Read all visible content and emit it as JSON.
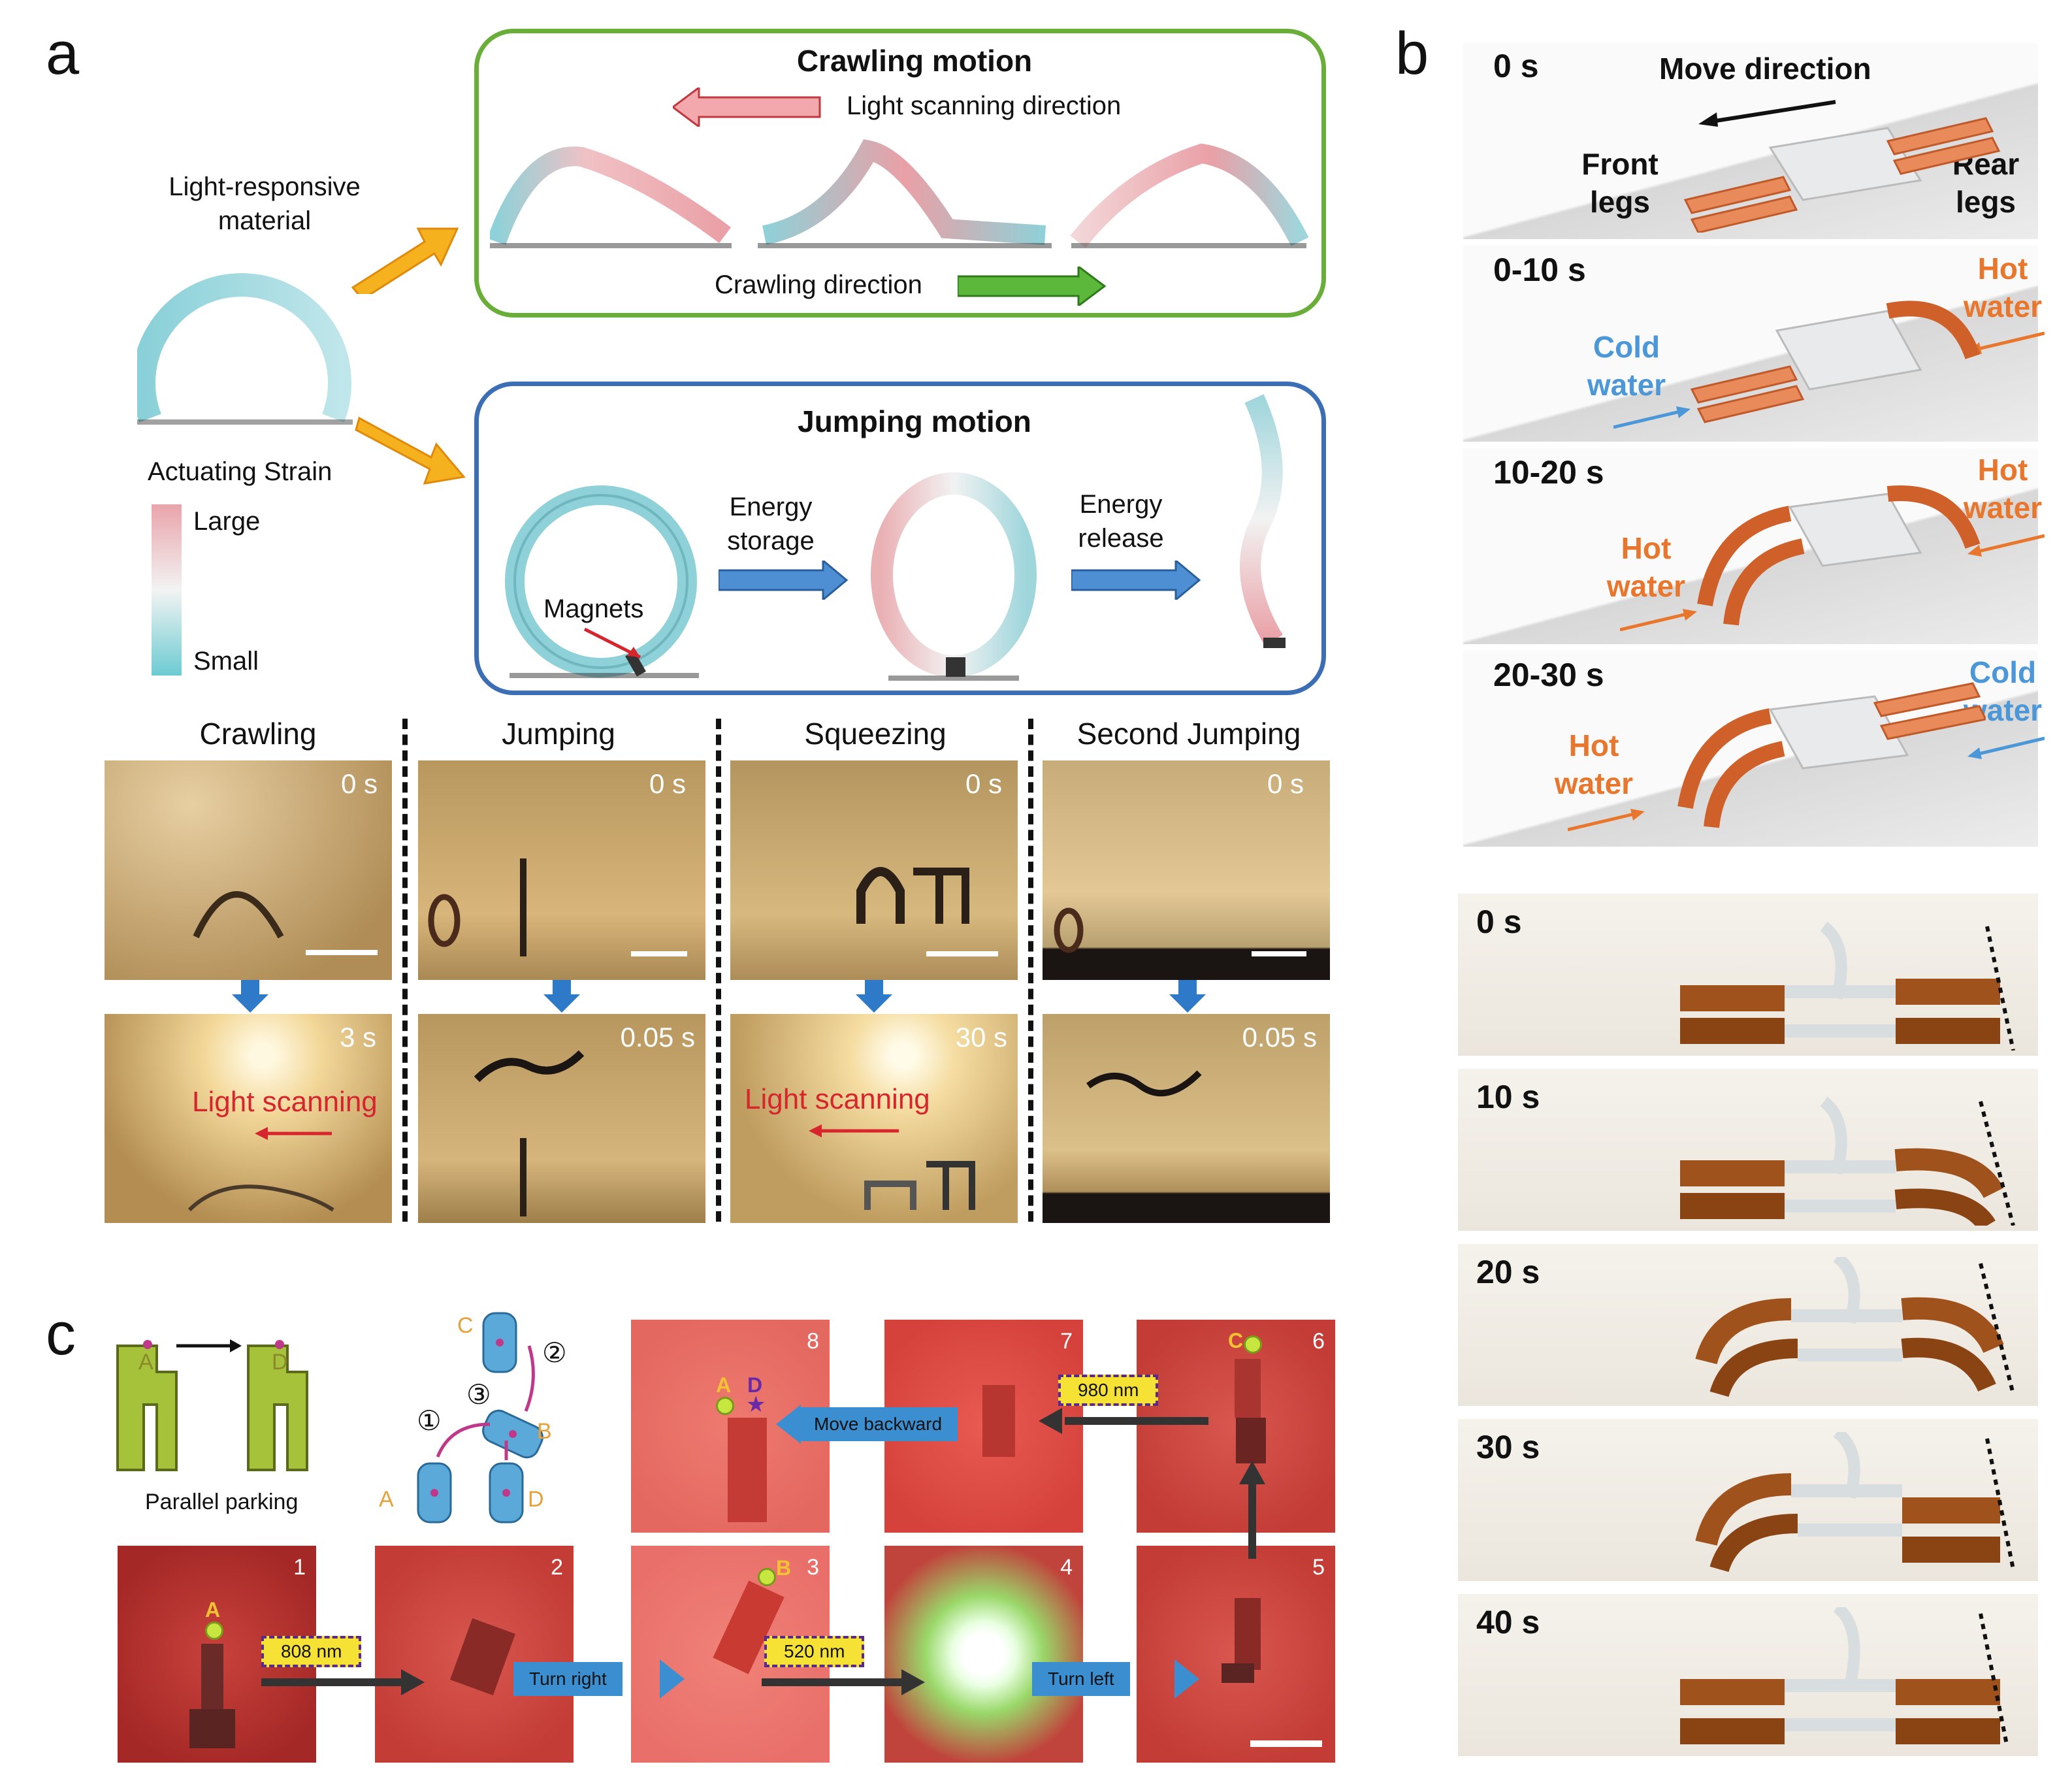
{
  "panel_labels": {
    "a": "a",
    "b": "b",
    "c": "c"
  },
  "panel_a": {
    "material_label": "Light-responsive\nmaterial",
    "strain_title": "Actuating Strain",
    "strain_large": "Large",
    "strain_small": "Small",
    "crawl_box": {
      "title": "Crawling motion",
      "light_dir": "Light scanning direction",
      "crawl_dir": "Crawling direction",
      "color": "#6aae3a"
    },
    "jump_box": {
      "title": "Jumping motion",
      "storage": "Energy\nstorage",
      "release": "Energy\nrelease",
      "magnets": "Magnets",
      "color": "#3b6eb4"
    },
    "columns": [
      {
        "title": "Crawling",
        "t0": "0 s",
        "t1": "3 s",
        "scan": "Light scanning"
      },
      {
        "title": "Jumping",
        "t0": "0 s",
        "t1": "0.05 s",
        "scan": ""
      },
      {
        "title": "Squeezing",
        "t0": "0 s",
        "t1": "30 s",
        "scan": "Light scanning"
      },
      {
        "title": "Second Jumping",
        "t0": "0 s",
        "t1": "0.05  s",
        "scan": ""
      }
    ]
  },
  "panel_b": {
    "scenes": [
      {
        "time": "0 s",
        "move": "Move direction",
        "front": "Front\nlegs",
        "rear": "Rear\nlegs"
      },
      {
        "time": "0-10 s",
        "left": "Cold\nwater",
        "right": "Hot\nwater"
      },
      {
        "time": "10-20 s",
        "left": "Hot\nwater",
        "right": "Hot\nwater"
      },
      {
        "time": "20-30 s",
        "left": "Hot\nwater",
        "right": "Cold\nwater"
      }
    ],
    "photos": [
      "0 s",
      "10 s",
      "20 s",
      "30 s",
      "40 s"
    ]
  },
  "panel_c": {
    "parking": "Parallel parking",
    "top_labels": {
      "A": "A",
      "D": "D"
    },
    "car_labels": {
      "A": "A",
      "B": "B",
      "C": "C",
      "D": "D"
    },
    "steps": [
      "①",
      "②",
      "③"
    ],
    "frames": [
      "1",
      "2",
      "3",
      "4",
      "5",
      "6",
      "7",
      "8"
    ],
    "wavelengths": {
      "w1": "808 nm",
      "w2": "520 nm",
      "w3": "980 nm"
    },
    "actions": {
      "turn_right": "Turn right",
      "turn_left": "Turn left",
      "move_back": "Move backward"
    },
    "points": {
      "A": "A",
      "B": "B",
      "C": "C",
      "D": "D"
    }
  }
}
